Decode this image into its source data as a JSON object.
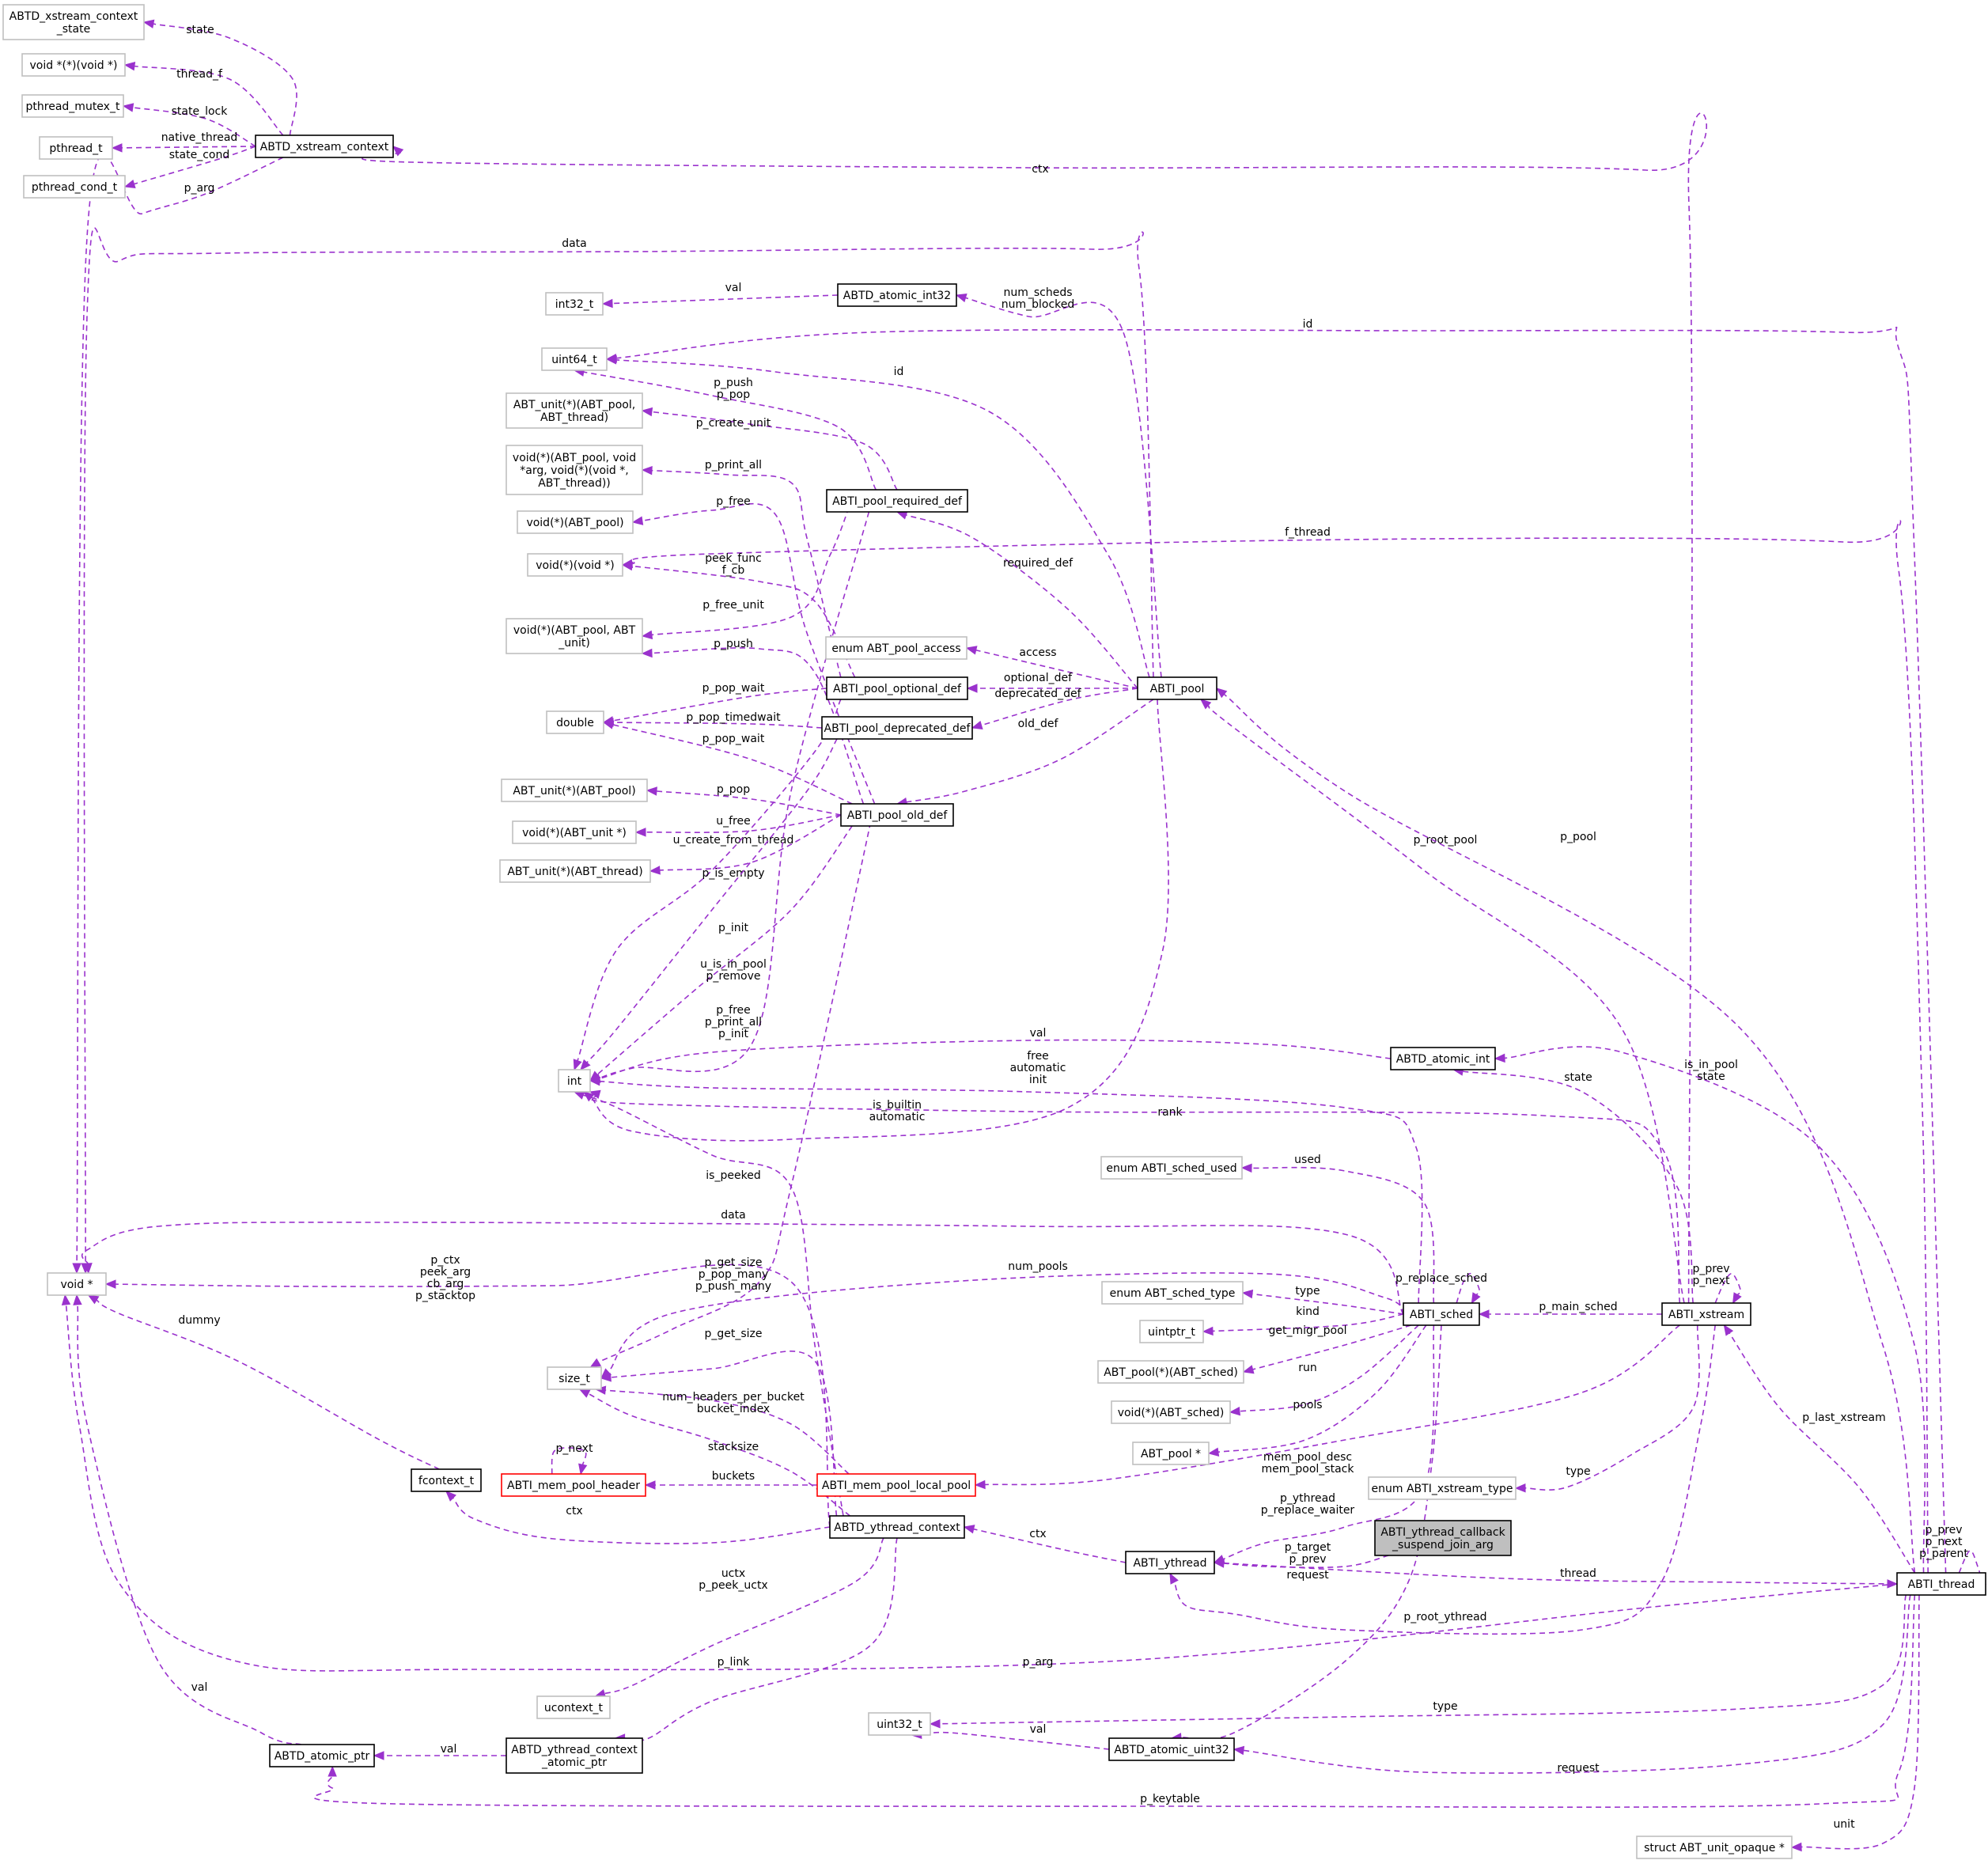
{
  "nodes": [
    {
      "id": "xs_state",
      "lines": [
        "ABTD_xstream_context",
        "_state"
      ],
      "style": "ext",
      "interactable": false
    },
    {
      "id": "voidpp_voidp",
      "lines": [
        "void *(*)(void *)"
      ],
      "style": "ext",
      "interactable": false
    },
    {
      "id": "pthread_mutex_t",
      "lines": [
        "pthread_mutex_t"
      ],
      "style": "ext",
      "interactable": false
    },
    {
      "id": "pthread_t",
      "lines": [
        "pthread_t"
      ],
      "style": "ext",
      "interactable": false
    },
    {
      "id": "pthread_cond_t",
      "lines": [
        "pthread_cond_t"
      ],
      "style": "ext",
      "interactable": false
    },
    {
      "id": "ABTD_xstream_context",
      "lines": [
        "ABTD_xstream_context"
      ],
      "style": "solid",
      "interactable": true
    },
    {
      "id": "int32_t",
      "lines": [
        "int32_t"
      ],
      "style": "ext",
      "interactable": false
    },
    {
      "id": "ABTD_atomic_int32",
      "lines": [
        "ABTD_atomic_int32"
      ],
      "style": "solid",
      "interactable": true
    },
    {
      "id": "uint64_t",
      "lines": [
        "uint64_t"
      ],
      "style": "ext",
      "interactable": false
    },
    {
      "id": "unit_pool_thread",
      "lines": [
        "ABT_unit(*)(ABT_pool,",
        "ABT_thread)"
      ],
      "style": "ext",
      "interactable": false
    },
    {
      "id": "print_all_fn",
      "lines": [
        "void(*)(ABT_pool, void",
        "*arg, void(*)(void *,",
        "ABT_thread))"
      ],
      "style": "ext",
      "interactable": false
    },
    {
      "id": "void_pool",
      "lines": [
        "void(*)(ABT_pool)"
      ],
      "style": "ext",
      "interactable": false
    },
    {
      "id": "void_voidp",
      "lines": [
        "void(*)(void *)"
      ],
      "style": "ext",
      "interactable": false
    },
    {
      "id": "void_pool_unit",
      "lines": [
        "void(*)(ABT_pool, ABT",
        "_unit)"
      ],
      "style": "ext",
      "interactable": false
    },
    {
      "id": "double",
      "lines": [
        "double"
      ],
      "style": "ext",
      "interactable": false
    },
    {
      "id": "unit_pool",
      "lines": [
        "ABT_unit(*)(ABT_pool)"
      ],
      "style": "ext",
      "interactable": false
    },
    {
      "id": "void_unitp",
      "lines": [
        "void(*)(ABT_unit *)"
      ],
      "style": "ext",
      "interactable": false
    },
    {
      "id": "unit_thread",
      "lines": [
        "ABT_unit(*)(ABT_thread)"
      ],
      "style": "ext",
      "interactable": false
    },
    {
      "id": "ABTI_pool_required_def",
      "lines": [
        "ABTI_pool_required_def"
      ],
      "style": "solid",
      "interactable": true
    },
    {
      "id": "enum_pool_access",
      "lines": [
        "enum ABT_pool_access"
      ],
      "style": "ext",
      "interactable": false
    },
    {
      "id": "ABTI_pool_optional_def",
      "lines": [
        "ABTI_pool_optional_def"
      ],
      "style": "solid",
      "interactable": true
    },
    {
      "id": "ABTI_pool",
      "lines": [
        "ABTI_pool"
      ],
      "style": "solid",
      "interactable": true
    },
    {
      "id": "ABTI_pool_deprecated_def",
      "lines": [
        "ABTI_pool_deprecated_def"
      ],
      "style": "solid",
      "interactable": true
    },
    {
      "id": "ABTI_pool_old_def",
      "lines": [
        "ABTI_pool_old_def"
      ],
      "style": "solid",
      "interactable": true
    },
    {
      "id": "int",
      "lines": [
        "int"
      ],
      "style": "ext",
      "interactable": false
    },
    {
      "id": "ABTD_atomic_int",
      "lines": [
        "ABTD_atomic_int"
      ],
      "style": "solid",
      "interactable": true
    },
    {
      "id": "enum_sched_used",
      "lines": [
        "enum ABTI_sched_used"
      ],
      "style": "ext",
      "interactable": false
    },
    {
      "id": "voidp",
      "lines": [
        "void *"
      ],
      "style": "ext",
      "interactable": false
    },
    {
      "id": "enum_sched_type",
      "lines": [
        "enum ABT_sched_type"
      ],
      "style": "ext",
      "interactable": false
    },
    {
      "id": "ABTI_sched",
      "lines": [
        "ABTI_sched"
      ],
      "style": "solid",
      "interactable": true
    },
    {
      "id": "ABTI_xstream",
      "lines": [
        "ABTI_xstream"
      ],
      "style": "solid",
      "interactable": true
    },
    {
      "id": "uintptr_t",
      "lines": [
        "uintptr_t"
      ],
      "style": "ext",
      "interactable": false
    },
    {
      "id": "pool_sched_fn",
      "lines": [
        "ABT_pool(*)(ABT_sched)"
      ],
      "style": "ext",
      "interactable": false
    },
    {
      "id": "size_t",
      "lines": [
        "size_t"
      ],
      "style": "ext",
      "interactable": false
    },
    {
      "id": "void_sched",
      "lines": [
        "void(*)(ABT_sched)"
      ],
      "style": "ext",
      "interactable": false
    },
    {
      "id": "ABT_pool_ptr",
      "lines": [
        "ABT_pool *"
      ],
      "style": "ext",
      "interactable": false
    },
    {
      "id": "fcontext_t",
      "lines": [
        "fcontext_t"
      ],
      "style": "solid",
      "interactable": true
    },
    {
      "id": "ABTI_mem_pool_header",
      "lines": [
        "ABTI_mem_pool_header"
      ],
      "style": "red",
      "interactable": true
    },
    {
      "id": "ABTI_mem_pool_local_pool",
      "lines": [
        "ABTI_mem_pool_local_pool"
      ],
      "style": "red",
      "interactable": true
    },
    {
      "id": "enum_xstream_type",
      "lines": [
        "enum ABTI_xstream_type"
      ],
      "style": "ext",
      "interactable": false
    },
    {
      "id": "ABTD_ythread_context",
      "lines": [
        "ABTD_ythread_context"
      ],
      "style": "solid",
      "interactable": true
    },
    {
      "id": "ABTI_ythread_callback",
      "lines": [
        "ABTI_ythread_callback",
        "_suspend_join_arg"
      ],
      "style": "hl",
      "interactable": true
    },
    {
      "id": "ABTI_ythread",
      "lines": [
        "ABTI_ythread"
      ],
      "style": "solid",
      "interactable": true
    },
    {
      "id": "ABTI_thread",
      "lines": [
        "ABTI_thread"
      ],
      "style": "solid",
      "interactable": true
    },
    {
      "id": "ucontext_t",
      "lines": [
        "ucontext_t"
      ],
      "style": "ext",
      "interactable": false
    },
    {
      "id": "uint32_t",
      "lines": [
        "uint32_t"
      ],
      "style": "ext",
      "interactable": false
    },
    {
      "id": "ABTD_atomic_uint32",
      "lines": [
        "ABTD_atomic_uint32"
      ],
      "style": "solid",
      "interactable": true
    },
    {
      "id": "ABTD_atomic_ptr",
      "lines": [
        "ABTD_atomic_ptr"
      ],
      "style": "solid",
      "interactable": true
    },
    {
      "id": "ABTD_ythread_context_atomic_ptr",
      "lines": [
        "ABTD_ythread_context",
        "_atomic_ptr"
      ],
      "style": "solid",
      "interactable": true
    },
    {
      "id": "struct_unit_opaque",
      "lines": [
        "struct ABT_unit_opaque *"
      ],
      "style": "ext",
      "interactable": false
    }
  ],
  "edges": [
    {
      "id": "e_state",
      "label": [
        "state"
      ]
    },
    {
      "id": "e_thread_f",
      "label": [
        "thread_f"
      ]
    },
    {
      "id": "e_state_lock",
      "label": [
        "state_lock"
      ]
    },
    {
      "id": "e_native_thread",
      "label": [
        "native_thread"
      ]
    },
    {
      "id": "e_state_cond",
      "label": [
        "state_cond"
      ]
    },
    {
      "id": "e_p_arg_xs",
      "label": [
        "p_arg"
      ]
    },
    {
      "id": "e_ctx_xstream",
      "label": [
        "ctx"
      ]
    },
    {
      "id": "e_data_pool",
      "label": [
        "data"
      ]
    },
    {
      "id": "e_val_int32",
      "label": [
        "val"
      ]
    },
    {
      "id": "e_num_scheds",
      "label": [
        "num_scheds",
        "num_blocked"
      ]
    },
    {
      "id": "e_id_thread",
      "label": [
        "id"
      ]
    },
    {
      "id": "e_id_pool",
      "label": [
        "id"
      ]
    },
    {
      "id": "e_p_push_pop",
      "label": [
        "p_push",
        "p_pop"
      ]
    },
    {
      "id": "e_p_create_unit",
      "label": [
        "p_create_unit"
      ]
    },
    {
      "id": "e_p_print_all",
      "label": [
        "p_print_all"
      ]
    },
    {
      "id": "e_p_free_vp",
      "label": [
        "p_free"
      ]
    },
    {
      "id": "e_f_thread",
      "label": [
        "f_thread"
      ]
    },
    {
      "id": "e_peek_func",
      "label": [
        "peek_func",
        "f_cb"
      ]
    },
    {
      "id": "e_p_free_unit",
      "label": [
        "p_free_unit"
      ]
    },
    {
      "id": "e_p_push_old",
      "label": [
        "p_push"
      ]
    },
    {
      "id": "e_required_def",
      "label": [
        "required_def"
      ]
    },
    {
      "id": "e_access",
      "label": [
        "access"
      ]
    },
    {
      "id": "e_optional_def",
      "label": [
        "optional_def"
      ]
    },
    {
      "id": "e_deprecated_def",
      "label": [
        "deprecated_def"
      ]
    },
    {
      "id": "e_old_def",
      "label": [
        "old_def"
      ]
    },
    {
      "id": "e_p_pop_wait_opt",
      "label": [
        "p_pop_wait"
      ]
    },
    {
      "id": "e_p_pop_timedwait",
      "label": [
        "p_pop_timedwait"
      ]
    },
    {
      "id": "e_p_pop_wait_old",
      "label": [
        "p_pop_wait"
      ]
    },
    {
      "id": "e_p_pop_old",
      "label": [
        "p_pop"
      ]
    },
    {
      "id": "e_u_free",
      "label": [
        "u_free"
      ]
    },
    {
      "id": "e_u_create",
      "label": [
        "u_create_from_thread"
      ]
    },
    {
      "id": "e_p_is_empty",
      "label": [
        "p_is_empty"
      ]
    },
    {
      "id": "e_p_init",
      "label": [
        "p_init"
      ]
    },
    {
      "id": "e_u_is_in_pool",
      "label": [
        "u_is_in_pool",
        "p_remove"
      ]
    },
    {
      "id": "e_p_free_print_init",
      "label": [
        "p_free",
        "p_print_all",
        "p_init"
      ]
    },
    {
      "id": "e_val_atomic_int",
      "label": [
        "val"
      ]
    },
    {
      "id": "e_free_auto_init",
      "label": [
        "free",
        "automatic",
        "init"
      ]
    },
    {
      "id": "e_is_builtin",
      "label": [
        "is_builtin",
        "automatic"
      ]
    },
    {
      "id": "e_rank",
      "label": [
        "rank"
      ]
    },
    {
      "id": "e_p_root_pool",
      "label": [
        "p_root_pool"
      ]
    },
    {
      "id": "e_p_pool",
      "label": [
        "p_pool"
      ]
    },
    {
      "id": "e_is_in_pool",
      "label": [
        "is_in_pool",
        "state"
      ]
    },
    {
      "id": "e_state_xs",
      "label": [
        "state"
      ]
    },
    {
      "id": "e_used",
      "label": [
        "used"
      ]
    },
    {
      "id": "e_is_peeked",
      "label": [
        "is_peeked"
      ]
    },
    {
      "id": "e_data_sched",
      "label": [
        "data"
      ]
    },
    {
      "id": "e_p_ctx",
      "label": [
        "p_ctx",
        "peek_arg",
        "cb_arg",
        "p_stacktop"
      ]
    },
    {
      "id": "e_p_get_size_many",
      "label": [
        "p_get_size",
        "p_pop_many",
        "p_push_many"
      ]
    },
    {
      "id": "e_num_pools",
      "label": [
        "num_pools"
      ]
    },
    {
      "id": "e_p_replace_sched",
      "label": [
        "p_replace_sched"
      ]
    },
    {
      "id": "e_p_prev_next_xs",
      "label": [
        "p_prev",
        "p_next"
      ]
    },
    {
      "id": "e_type_sched",
      "label": [
        "type"
      ]
    },
    {
      "id": "e_p_main_sched",
      "label": [
        "p_main_sched"
      ]
    },
    {
      "id": "e_kind",
      "label": [
        "kind"
      ]
    },
    {
      "id": "e_get_migr_pool",
      "label": [
        "get_migr_pool"
      ]
    },
    {
      "id": "e_run",
      "label": [
        "run"
      ]
    },
    {
      "id": "e_pools",
      "label": [
        "pools"
      ]
    },
    {
      "id": "e_dummy",
      "label": [
        "dummy"
      ]
    },
    {
      "id": "e_p_get_size",
      "label": [
        "p_get_size"
      ]
    },
    {
      "id": "e_num_headers",
      "label": [
        "num_headers_per_bucket",
        "bucket_index"
      ]
    },
    {
      "id": "e_stacksize",
      "label": [
        "stacksize"
      ]
    },
    {
      "id": "e_p_next_hdr",
      "label": [
        "p_next"
      ]
    },
    {
      "id": "e_buckets",
      "label": [
        "buckets"
      ]
    },
    {
      "id": "e_mem_pool_desc",
      "label": [
        "mem_pool_desc",
        "mem_pool_stack"
      ]
    },
    {
      "id": "e_type_xs",
      "label": [
        "type"
      ]
    },
    {
      "id": "e_p_last_xstream",
      "label": [
        "p_last_xstream"
      ]
    },
    {
      "id": "e_ctx_fcontext",
      "label": [
        "ctx"
      ]
    },
    {
      "id": "e_ctx_ythread",
      "label": [
        "ctx"
      ]
    },
    {
      "id": "e_p_ythread",
      "label": [
        "p_ythread",
        "p_replace_waiter"
      ]
    },
    {
      "id": "e_p_target",
      "label": [
        "p_target",
        "p_prev"
      ]
    },
    {
      "id": "e_thread",
      "label": [
        "thread"
      ]
    },
    {
      "id": "e_p_prev_next_parent",
      "label": [
        "p_prev",
        "p_next",
        "p_parent"
      ]
    },
    {
      "id": "e_request_sched",
      "label": [
        "request"
      ]
    },
    {
      "id": "e_p_root_ythread",
      "label": [
        "p_root_ythread"
      ]
    },
    {
      "id": "e_uctx",
      "label": [
        "uctx",
        "p_peek_uctx"
      ]
    },
    {
      "id": "e_p_link",
      "label": [
        "p_link"
      ]
    },
    {
      "id": "e_p_arg_thread",
      "label": [
        "p_arg"
      ]
    },
    {
      "id": "e_type_thread",
      "label": [
        "type"
      ]
    },
    {
      "id": "e_val_uint32",
      "label": [
        "val"
      ]
    },
    {
      "id": "e_request_thread",
      "label": [
        "request"
      ]
    },
    {
      "id": "e_val_ptr",
      "label": [
        "val"
      ]
    },
    {
      "id": "e_val_ctx_ptr",
      "label": [
        "val"
      ]
    },
    {
      "id": "e_p_keytable",
      "label": [
        "p_keytable"
      ]
    },
    {
      "id": "e_unit",
      "label": [
        "unit"
      ]
    }
  ]
}
